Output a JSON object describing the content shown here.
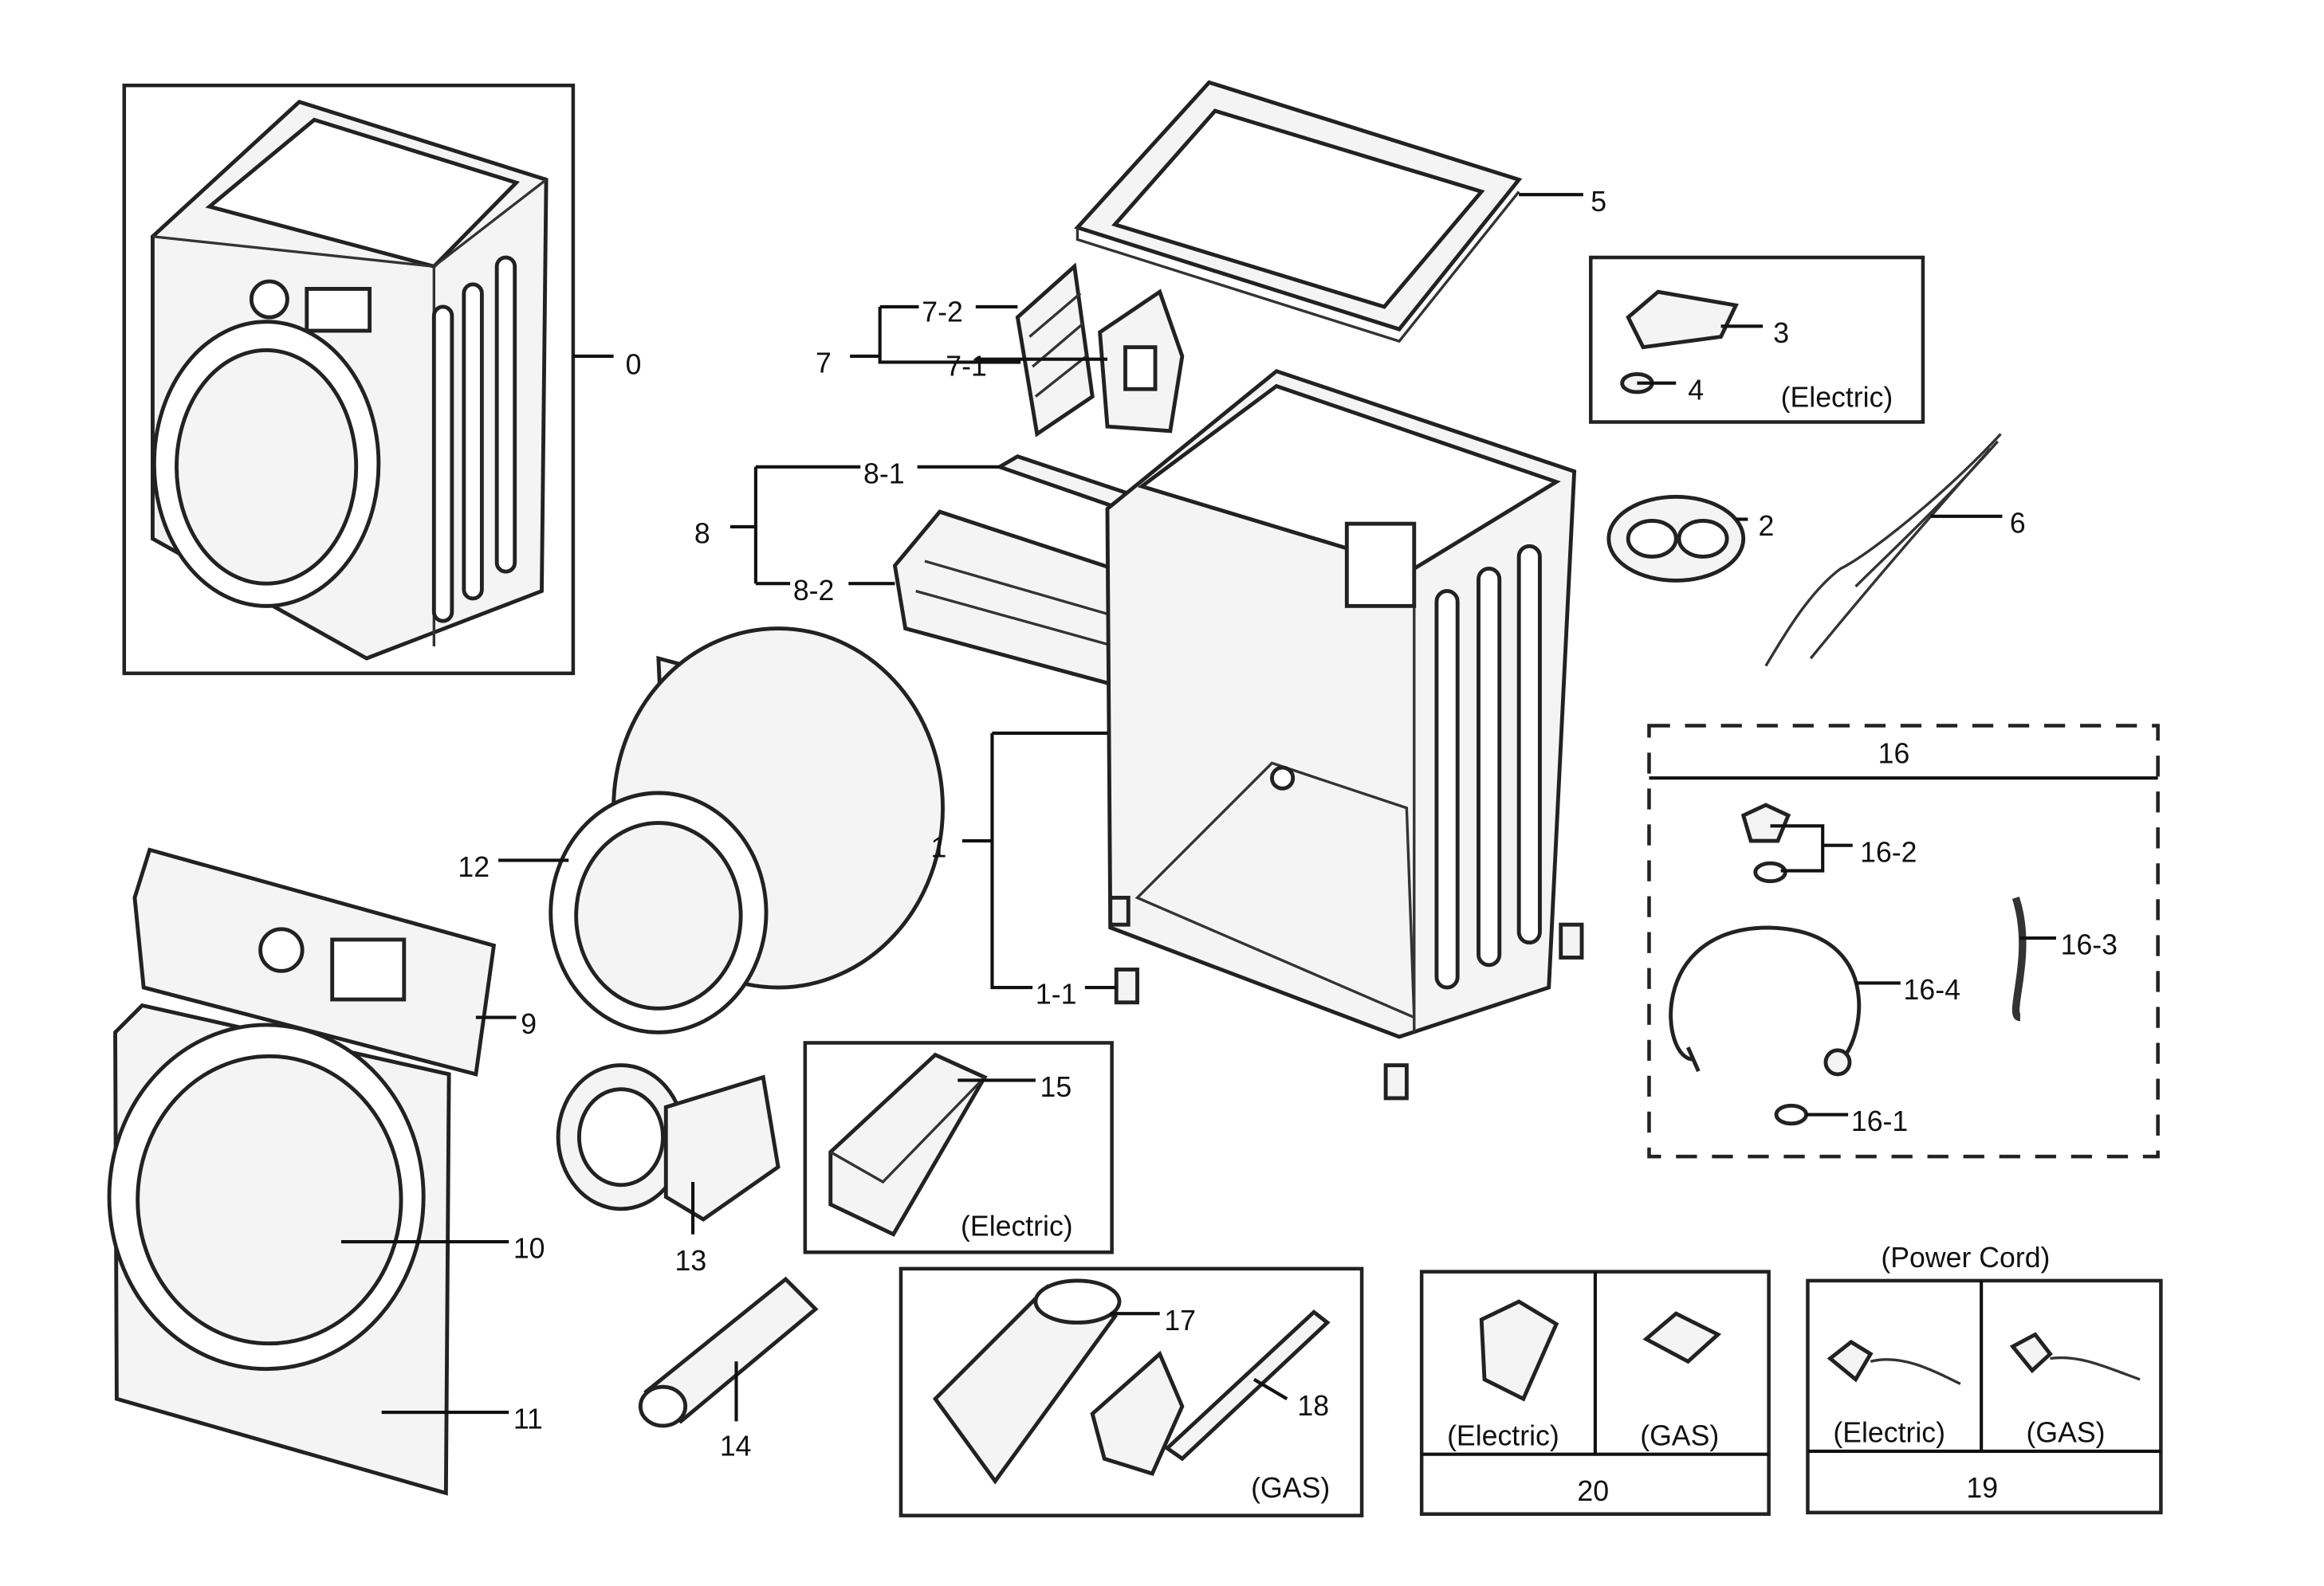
{
  "callouts": {
    "c0": "0",
    "c1": "1",
    "c1_1": "1-1",
    "c2": "2",
    "c3": "3",
    "c4": "4",
    "c5": "5",
    "c6": "6",
    "c7": "7",
    "c7_1": "7-1",
    "c7_2": "7-2",
    "c8": "8",
    "c8_1": "8-1",
    "c8_2": "8-2",
    "c9": "9",
    "c10": "10",
    "c11": "11",
    "c12": "12",
    "c13": "13",
    "c14": "14",
    "c15": "15",
    "c16": "16",
    "c16_1": "16-1",
    "c16_2": "16-2",
    "c16_3": "16-3",
    "c16_4": "16-4",
    "c17": "17",
    "c18": "18",
    "c19": "19",
    "c20": "20"
  },
  "captions": {
    "electric_3": "(Electric)",
    "electric_15": "(Electric)",
    "gas_17": "(GAS)",
    "electric_20": "(Electric)",
    "gas_20": "(GAS)",
    "power_cord": "(Power Cord)",
    "electric_19": "(Electric)",
    "gas_19": "(GAS)"
  }
}
